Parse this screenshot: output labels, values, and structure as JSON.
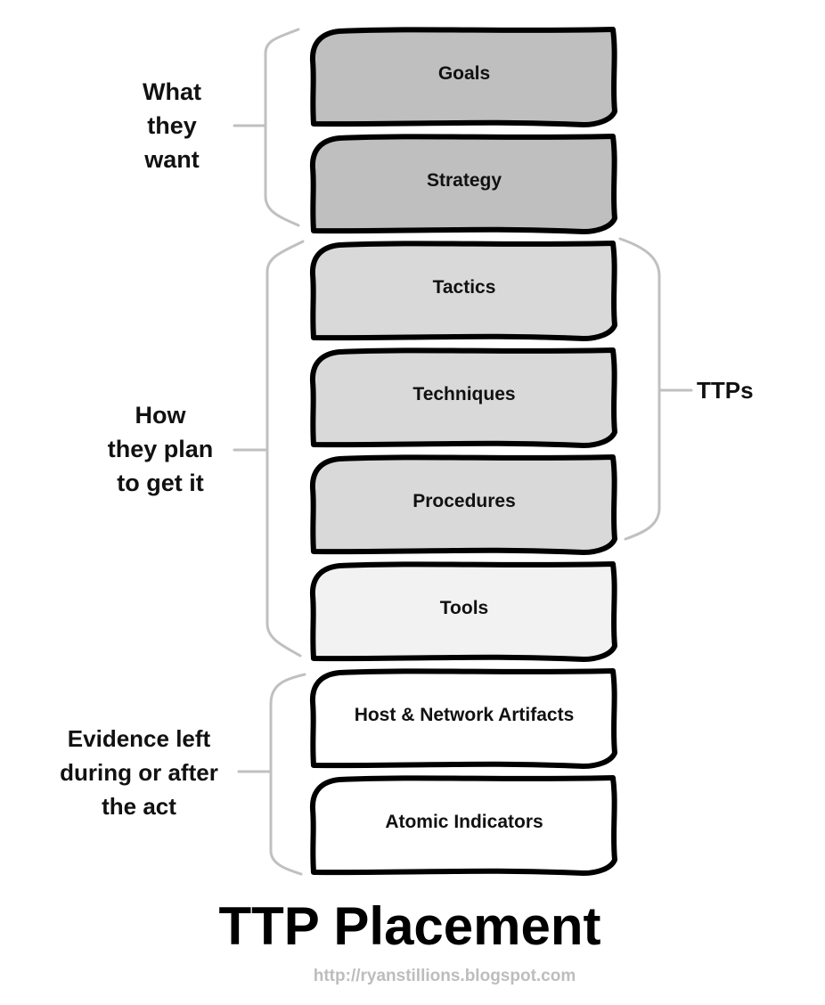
{
  "title": "TTP Placement",
  "url": "http://ryanstillions.blogspot.com",
  "layers": [
    {
      "label": "Goals",
      "fill": "#bfbfbf"
    },
    {
      "label": "Strategy",
      "fill": "#bfbfbf"
    },
    {
      "label": "Tactics",
      "fill": "#d9d9d9"
    },
    {
      "label": "Techniques",
      "fill": "#d9d9d9"
    },
    {
      "label": "Procedures",
      "fill": "#d9d9d9"
    },
    {
      "label": "Tools",
      "fill": "#f2f2f2"
    },
    {
      "label": "Host & Network Artifacts",
      "fill": "#ffffff"
    },
    {
      "label": "Atomic Indicators",
      "fill": "#ffffff"
    }
  ],
  "groups": {
    "what_they_want": {
      "lines": [
        "What",
        "they",
        "want"
      ]
    },
    "how_they_plan": {
      "lines": [
        "How",
        "they plan",
        "to get it"
      ]
    },
    "evidence": {
      "lines": [
        "Evidence left",
        "during or after",
        "the act"
      ]
    },
    "ttps": {
      "label": "TTPs"
    }
  },
  "colors": {
    "outline": "#000000",
    "brace": "#c0c0c0",
    "url": "#bdbdbd"
  }
}
